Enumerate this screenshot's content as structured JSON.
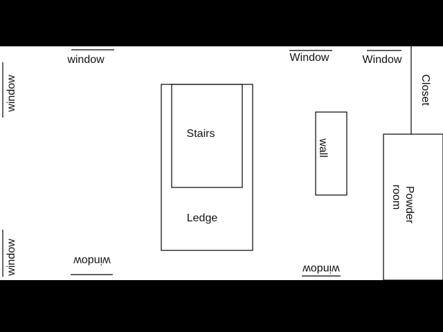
{
  "plan": {
    "background_color": "#ffffff",
    "letterbox_color": "#000000",
    "line_color": "#000000",
    "rooms": {
      "stairs": "Stairs",
      "ledge": "Ledge",
      "wall": "wall",
      "closet": "Closet",
      "powder_room_line1": "Powder",
      "powder_room_line2": "room"
    },
    "windows": {
      "top_left": "window",
      "top_middle": "Window",
      "top_right": "Window",
      "left_upper": "window",
      "left_lower": "window",
      "bottom_left": "window",
      "bottom_middle": "window"
    }
  }
}
